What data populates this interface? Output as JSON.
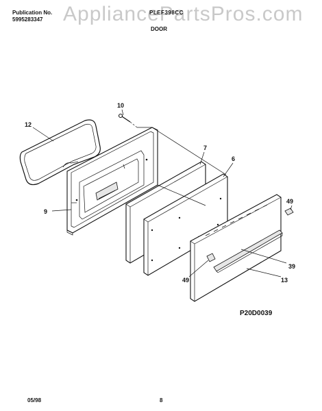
{
  "header": {
    "publication_label": "Publication No.",
    "publication_number": "5995283347",
    "model": "PLEF398CC",
    "section": "DOOR",
    "watermark": "AppliancePartsPros.com"
  },
  "figure_code": "P20D0039",
  "footer": {
    "date": "05/98",
    "page": "8"
  },
  "parts": [
    {
      "id": "12",
      "label": "12"
    },
    {
      "id": "10",
      "label": "10"
    },
    {
      "id": "9",
      "label": "9"
    },
    {
      "id": "7",
      "label": "7"
    },
    {
      "id": "6",
      "label": "6"
    },
    {
      "id": "49a",
      "label": "49"
    },
    {
      "id": "39",
      "label": "39"
    },
    {
      "id": "49b",
      "label": "49"
    },
    {
      "id": "13",
      "label": "13"
    }
  ],
  "colors": {
    "line": "#111111",
    "watermark": "#c9c9c9"
  }
}
